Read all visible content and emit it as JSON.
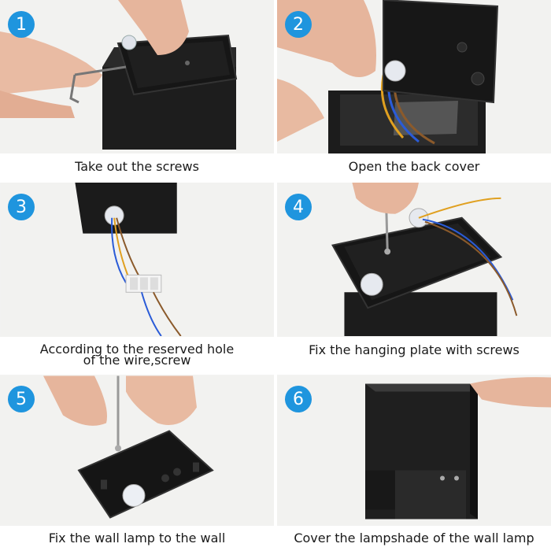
{
  "steps": [
    {
      "number": "1",
      "caption": "Take out the screws"
    },
    {
      "number": "2",
      "caption": "Open the back cover"
    },
    {
      "number": "3",
      "caption_line1": "According to the reserved hole",
      "caption_line2": "of the wire,screw"
    },
    {
      "number": "4",
      "caption": "Fix the hanging plate with screws"
    },
    {
      "number": "5",
      "caption": "Fix the wall lamp to the wall"
    },
    {
      "number": "6",
      "caption": "Cover the lampshade of the wall lamp"
    }
  ],
  "colors": {
    "badge": "#1f95de",
    "lamp_body": "#1c1c1c",
    "skin": "#e8b8a0",
    "background": "#f3f3f1"
  }
}
